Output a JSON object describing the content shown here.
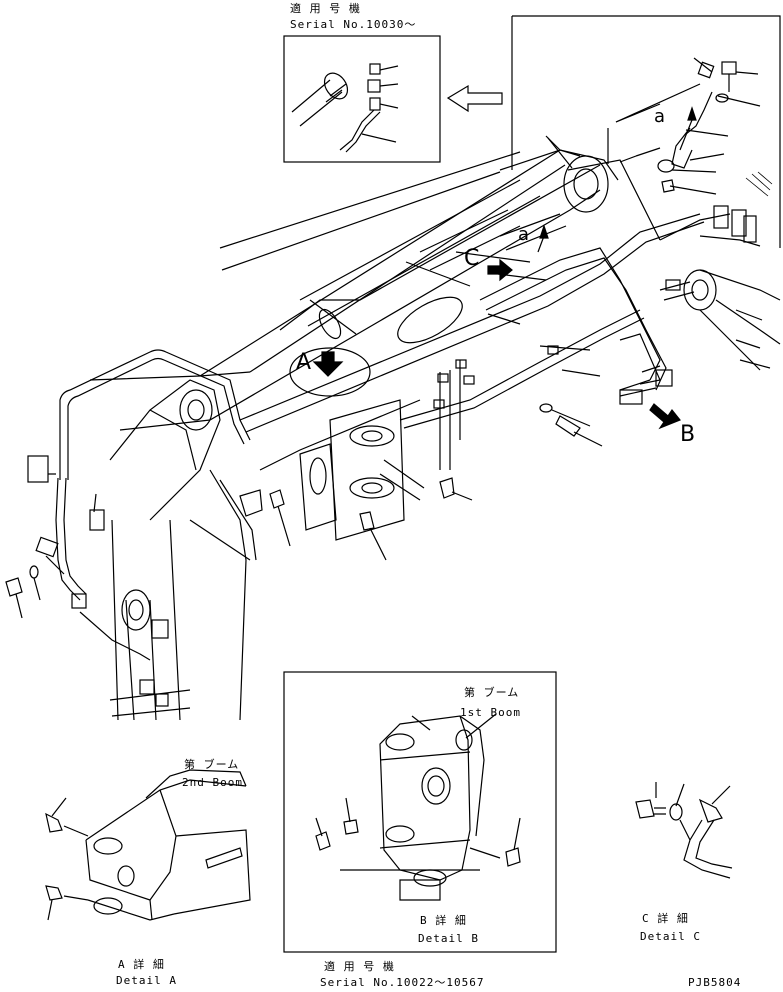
{
  "inset_top": {
    "title": "適 用 号 機",
    "serial": "Serial No.10030～"
  },
  "callouts": {
    "a_upper": "a",
    "a_lower": "a",
    "A": "A",
    "B": "B",
    "C": "C"
  },
  "detail_a": {
    "boom_jp": "第 ブーム",
    "boom_en": "2nd Boom",
    "title_jp": "A 詳 細",
    "title_en": "Detail A"
  },
  "detail_b": {
    "boom_jp": "第 ブーム",
    "boom_en": "1st Boom",
    "title_jp": "B 詳 細",
    "title_en": "Detail B"
  },
  "detail_c": {
    "title_jp": "C 詳 細",
    "title_en": "Detail C"
  },
  "bottom_serial": {
    "title": "適 用 号 機",
    "serial": "Serial No.10022～10567"
  },
  "drawing_code": "PJB5804"
}
